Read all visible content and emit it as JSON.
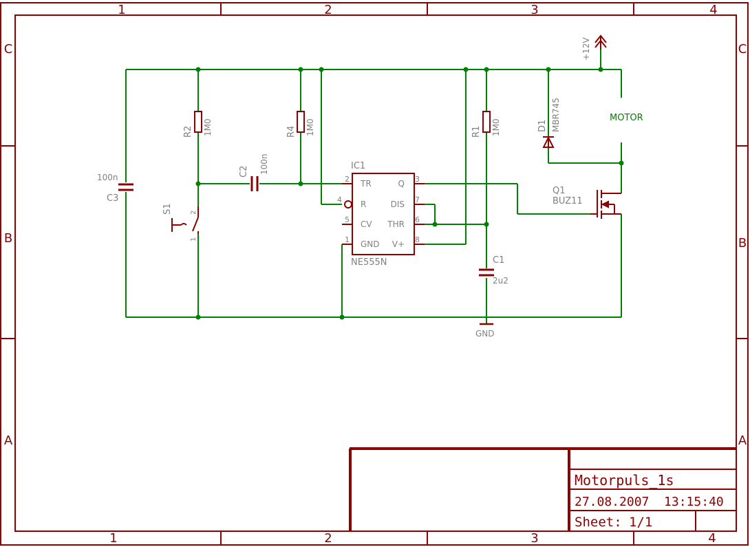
{
  "frame": {
    "columns": [
      "1",
      "2",
      "3",
      "4"
    ],
    "rows": [
      "C",
      "B",
      "A"
    ]
  },
  "title_block": {
    "title": "Motorpuls_1s",
    "datetime": "27.08.2007  13:15:40",
    "sheet_label": "Sheet:",
    "sheet_value": "1/1"
  },
  "components": {
    "R2": {
      "name": "R2",
      "value": "1M0"
    },
    "R4": {
      "name": "R4",
      "value": "1M0"
    },
    "R1": {
      "name": "R1",
      "value": "1M0"
    },
    "C2": {
      "name": "C2",
      "value": "100n"
    },
    "C3": {
      "name": "C3",
      "value": "100n"
    },
    "C1": {
      "name": "C1",
      "value": "2u2"
    },
    "S1": {
      "name": "S1",
      "pin1": "1",
      "pin2": "2"
    },
    "D1": {
      "name": "D1",
      "value": "MBR745"
    },
    "Q1": {
      "name": "Q1",
      "value": "BUZ11"
    },
    "IC1": {
      "name": "IC1",
      "value": "NE555N",
      "pins_left": [
        {
          "num": "2",
          "label": "TR"
        },
        {
          "num": "4",
          "label": "R"
        },
        {
          "num": "5",
          "label": "CV"
        },
        {
          "num": "1",
          "label": "GND"
        }
      ],
      "pins_right": [
        {
          "num": "3",
          "label": "Q"
        },
        {
          "num": "7",
          "label": "DIS"
        },
        {
          "num": "6",
          "label": "THR"
        },
        {
          "num": "8",
          "label": "V+"
        }
      ]
    },
    "motor": {
      "label": "MOTOR"
    },
    "supply": {
      "label": "+12V"
    },
    "ground": {
      "label": "GND"
    }
  },
  "colors": {
    "frame": "#8b0000",
    "component": "#8b0000",
    "net": "#008000",
    "label_gray": "#808080",
    "motor_label": "#008000"
  }
}
